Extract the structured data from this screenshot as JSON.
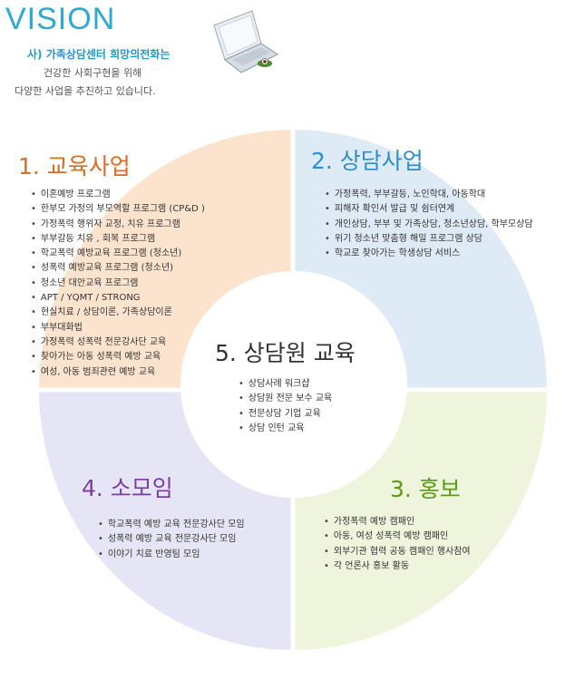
{
  "header": {
    "title": "VISION",
    "intro_line1": "사) 가족상담센터 희망의전화는",
    "intro_line2": "건강한 사회구현을 위해",
    "intro_line3": "다양한 사업을 추진하고 있습니다."
  },
  "colors": {
    "title_blue": "#2aa9d6",
    "q1_fill": "#fbe3cd",
    "q2_fill": "#dfeaf7",
    "q3_fill": "#eef5dc",
    "q4_fill": "#e5e5f6",
    "s1_title": "#e06a1f",
    "s2_title": "#2b8fcf",
    "s3_title": "#5a9a14",
    "s4_title": "#7a3da8"
  },
  "sections": {
    "s1": {
      "title": "1. 교육사업",
      "items": [
        "이혼예방 프로그램",
        "한부모 가정의 부모역할 프로그램 (CP&D )",
        "가정폭력 행위자 교정, 치유 프로그램",
        "부부갈등 치유 , 회복 프로그램",
        "학교폭력 예방교육 프로그램 (청소년)",
        "성폭력 예방교육 프로그램 (청소년)",
        "청소년 대안교육 프로그램",
        "APT / YQMT / STRONG",
        "현실치료 / 상담이론, 가족상담이론",
        "부부대화법",
        "가정폭력 성폭력 전문강사단 교육",
        "찾아가는 아동 성폭력 예방 교육",
        "여성, 아동 범죄관련 예방 교육"
      ]
    },
    "s2": {
      "title": "2. 상담사업",
      "items": [
        "가정폭력, 부부갈등, 노인학대, 아동학대",
        "피해자 확인서 발급 및 쉼터연계",
        "개인상담, 부부 및 가족상담, 청소년상담, 학부모상담",
        "위기 청소년 맞춤형 해밀 프로그램 상담",
        "학교로 찾아가는 학생상담 서비스"
      ]
    },
    "s3": {
      "title": "3. 홍보",
      "items": [
        "가정폭력 예방 캠패인",
        "아동, 여성 성폭력 예방 캠패인",
        "외부기관 협력 공동 캠패인 행사참여",
        "각 언론사 홍보 활동"
      ]
    },
    "s4": {
      "title": "4. 소모임",
      "items": [
        "학교폭력 예방 교육 전문강사단 모임",
        "성폭력 예방 교육 전문강사단 모임",
        "이야기 치료 반영팀 모임"
      ]
    },
    "s5": {
      "title": "5. 상담원 교육",
      "items": [
        "상담사례 워크샵",
        "상담원 전문 보수 교육",
        "전문상담 기업 교육",
        "상담 인턴 교육"
      ]
    }
  }
}
